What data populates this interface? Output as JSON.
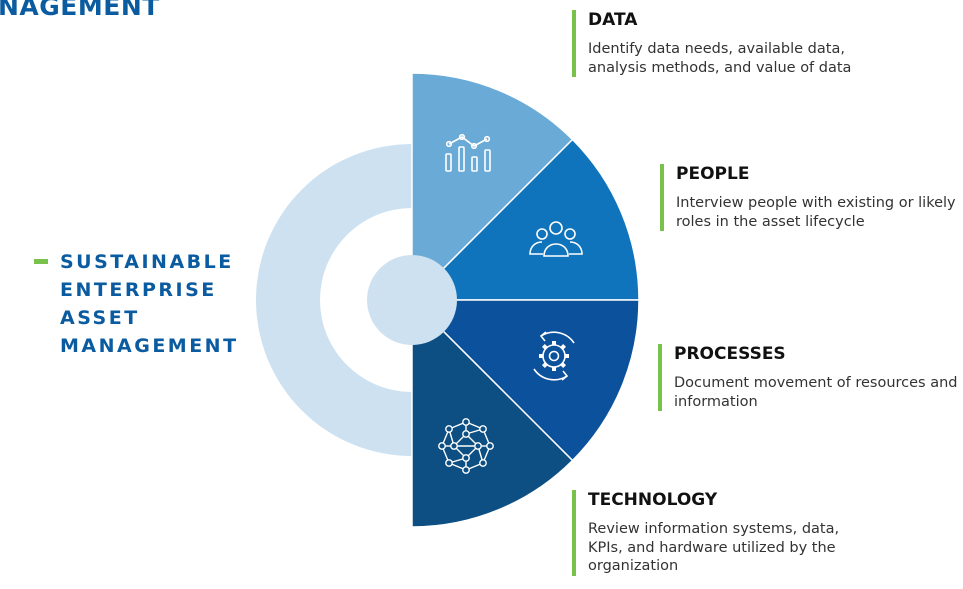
{
  "title": "NAGEMENT",
  "center_label": [
    "SUSTAINABLE",
    "ENTERPRISE",
    "ASSET",
    "MANAGEMENT"
  ],
  "colors": {
    "ring": "#cde1f1",
    "data": "#6aaad7",
    "people": "#0f74bc",
    "processes": "#0c519c",
    "technology": "#0d4f82",
    "accent": "#78c14a",
    "title": "#0a5ba0"
  },
  "pillars": [
    {
      "key": "data",
      "title": "DATA",
      "description": "Identify data needs, available data, analysis methods, and value of data",
      "icon": "chart-icon"
    },
    {
      "key": "people",
      "title": "PEOPLE",
      "description": "Interview people with existing or likely roles in the asset lifecycle",
      "icon": "people-icon"
    },
    {
      "key": "processes",
      "title": "PROCESSES",
      "description": "Document movement of resources and information",
      "icon": "gear-cycle-icon"
    },
    {
      "key": "technology",
      "title": "TECHNOLOGY",
      "description": "Review information systems, data, KPIs, and hardware utilized by the organization",
      "icon": "network-icon"
    }
  ]
}
